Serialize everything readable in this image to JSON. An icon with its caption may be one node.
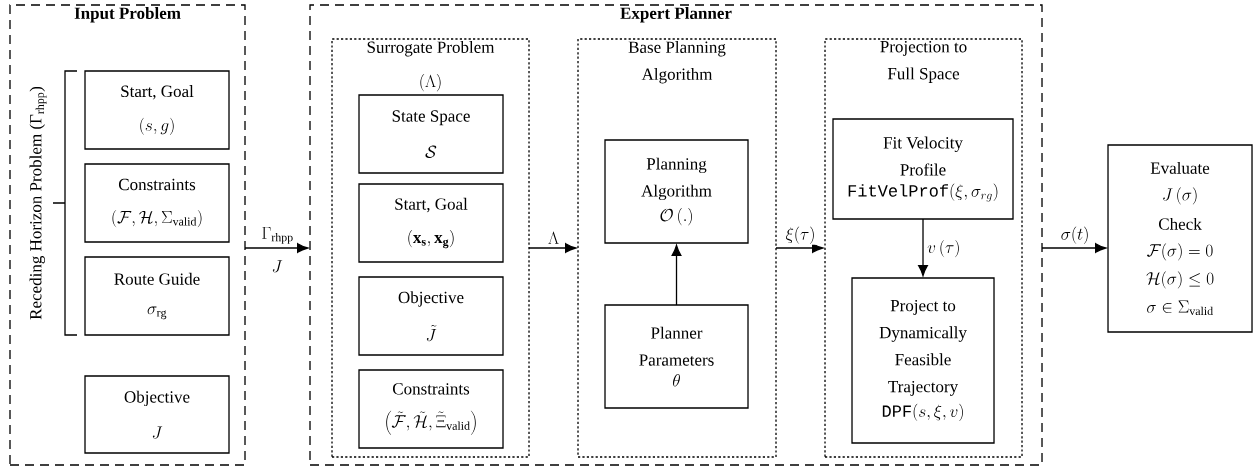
{
  "diagram": {
    "nodes": [
      {
        "text": [
          "Input Problem"
        ]
      },
      {
        "text": [
          "Start, Goal",
          "(s, g)"
        ],
        "in": 0
      },
      {
        "text": [
          "Constraints",
          "(\\mathcal{F}, \\mathcal{H}, \\Sigma_{\\mathrm{valid}})"
        ],
        "in": 0
      },
      {
        "text": [
          "Route Guide",
          "\\sigma_{\\mathrm{rg}}"
        ],
        "in": 0
      },
      {
        "text": [
          "Objective",
          "J"
        ],
        "in": 0
      },
      {
        "text": [
          "Expert Planner"
        ]
      },
      {
        "text": [
          "Surrogate Problem",
          "(\\Lambda)"
        ],
        "in": 5
      },
      {
        "text": [
          "State Space",
          "\\mathcal{S}"
        ],
        "in": 6
      },
      {
        "text": [
          "Start, Goal",
          "(\\mathbf{x_s}, \\mathbf{x_g})"
        ],
        "in": 6
      },
      {
        "text": [
          "Objective",
          "\\tilde{J}"
        ],
        "in": 6
      },
      {
        "text": [
          "Constraints",
          "\\left(\\tilde{\\mathcal{F}}, \\tilde{\\mathcal{H}}, \\tilde{\\Xi}_{\\mathrm{valid}}\\right)"
        ],
        "in": 6
      },
      {
        "text": [
          "Base Planning Algorithm"
        ],
        "in": 5
      },
      {
        "text": [
          "Planning Algorithm",
          "\\mathcal{O}\\left(.\\right)"
        ],
        "in": 11
      },
      {
        "text": [
          "Planner Parameters",
          "\\theta"
        ],
        "in": 11
      },
      {
        "text": [
          "Projection to Full Space"
        ],
        "in": 5
      },
      {
        "text": [
          "Fit Velocity Profile",
          "\\texttt{FitVelProf}(\\xi, \\sigma_{rg})"
        ],
        "in": 14
      },
      {
        "text": [
          "Project to Dynamically Feasible Trajectory",
          "\\texttt{DPF}(s, \\xi, v)"
        ],
        "in": 14
      },
      {
        "text": [
          "Evaluate",
          "J\\left(\\sigma\\right)",
          "Check",
          "\\mathcal{F}(\\sigma) = 0",
          "\\mathcal{H}(\\sigma) \\leq 0",
          "\\sigma \\in \\Sigma_{\\mathrm{valid}}"
        ]
      }
    ],
    "edges": [
      {
        "from": 0,
        "to": 5,
        "arrow": "to",
        "label": "\\Gamma_{\\mathrm{rhpp}}"
      },
      {
        "from": 6,
        "to": 11,
        "arrow": "to",
        "label": "\\Lambda"
      },
      {
        "from": 11,
        "to": 14,
        "arrow": "to",
        "label": "\\xi(\\tau)"
      },
      {
        "from": 13,
        "to": 12,
        "arrow": "to"
      },
      {
        "from": 15,
        "to": 16,
        "arrow": "to",
        "label": "v\\left(\\tau\\right)"
      },
      {
        "from": 5,
        "to": 17,
        "arrow": "to",
        "label": "\\sigma(t)"
      }
    ],
    "labels": [
      "Receding Horizon Problem (Γ$_{rhpp}$)",
      "J"
    ]
  }
}
